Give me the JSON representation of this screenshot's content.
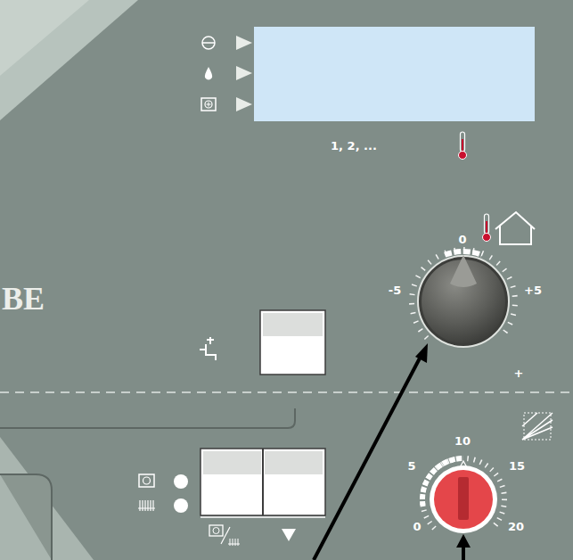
{
  "diagram": {
    "labels": [
      "1, 2, ...",
      "BE",
      "0",
      "-5",
      "+5",
      "+",
      "10",
      "5",
      "15",
      "0",
      "20"
    ]
  }
}
